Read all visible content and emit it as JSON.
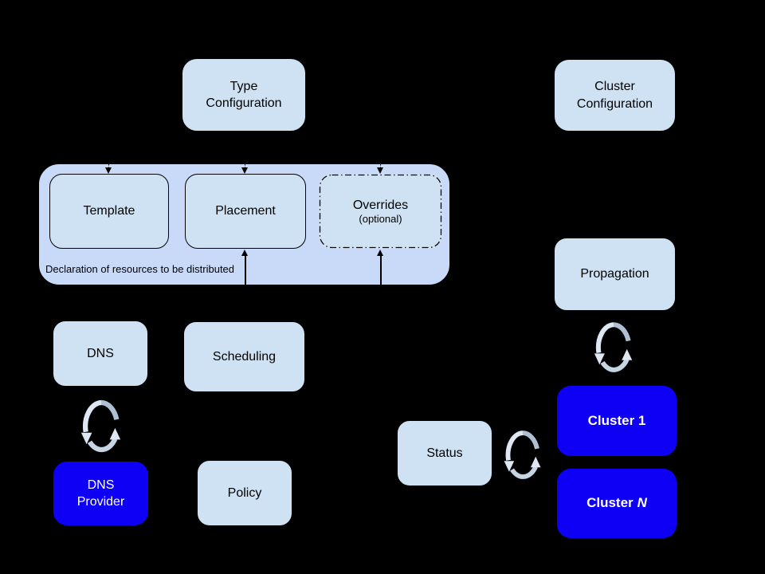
{
  "diagram": {
    "background": "#000000",
    "colors": {
      "bg": "#000000",
      "light-box": "#cfe2f3",
      "container": "#c9daf8",
      "blue-box": "#0d00f5",
      "dark-text": "#000000",
      "light-text": "#ffffff",
      "sync-dark": "#aec0d2",
      "sync-mid": "#c6d5e3",
      "sync-light": "#dde8f2"
    },
    "icons": {
      "sync": "circular-sync-arrows"
    },
    "nodes": {
      "type_configuration": {
        "line1": "Type",
        "line2": "Configuration"
      },
      "cluster_configuration": {
        "line1": "Cluster",
        "line2": "Configuration"
      },
      "template": {
        "label": "Template"
      },
      "placement": {
        "label": "Placement"
      },
      "overrides": {
        "label": "Overrides",
        "sublabel": "(optional)"
      },
      "resource_group": {
        "caption": "Declaration of resources to be distributed"
      },
      "dns": {
        "label": "DNS"
      },
      "scheduling": {
        "label": "Scheduling"
      },
      "dns_provider": {
        "line1": "DNS",
        "line2": "Provider"
      },
      "policy": {
        "label": "Policy"
      },
      "propagation": {
        "label": "Propagation"
      },
      "status": {
        "label": "Status"
      },
      "cluster_1": {
        "label": "Cluster 1"
      },
      "cluster_n": {
        "prefix": "Cluster",
        "n": "N"
      }
    }
  }
}
